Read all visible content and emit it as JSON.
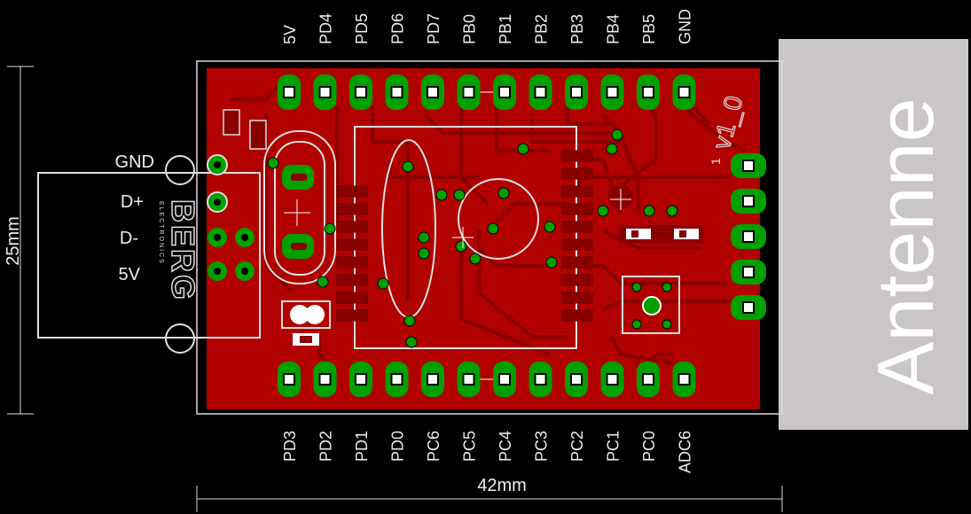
{
  "top_pins": [
    "5V",
    "PD4",
    "PD5",
    "PD6",
    "PD7",
    "PB0",
    "PB1",
    "PB2",
    "PB3",
    "PB4",
    "PB5",
    "GND"
  ],
  "bottom_pins": [
    "PD3",
    "PD2",
    "PD1",
    "PD0",
    "PC6",
    "PC5",
    "PC4",
    "PC3",
    "PC2",
    "PC1",
    "PC0",
    "ADC6"
  ],
  "usb_labels": [
    "GND",
    "D+",
    "D-",
    "5V"
  ],
  "antenna_label": "Antenne",
  "width_dim": "42mm",
  "height_dim": "25mm",
  "version_label": "v1_0",
  "pin_one_marker": "1",
  "logo": {
    "name": "BERG",
    "sub": "ELECTRONICS"
  },
  "colors": {
    "board": "#b00000",
    "copper": "#8a0000",
    "pad": "#00a000",
    "outline": "#cfcfcf",
    "antenna": "#c9c5c9"
  }
}
